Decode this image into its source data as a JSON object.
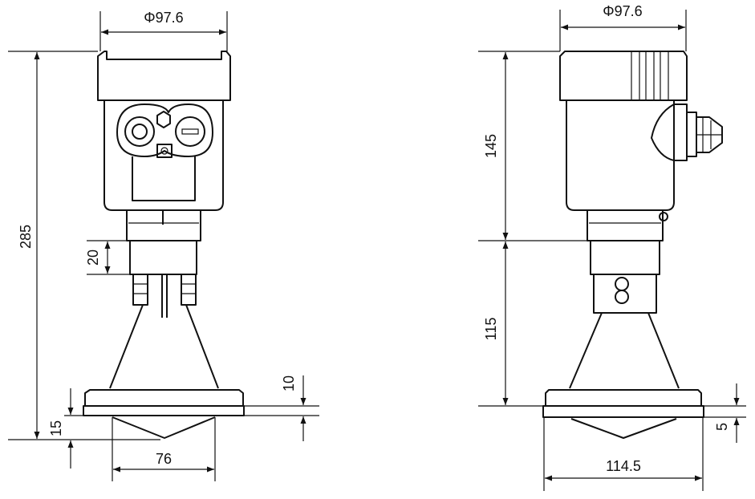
{
  "front_view": {
    "dimensions": {
      "width_top": "Φ97.6",
      "height_total": "285",
      "neck_height": "20",
      "flange_offset": "10",
      "bottom_offset": "15",
      "antenna_diameter": "76"
    }
  },
  "side_view": {
    "dimensions": {
      "width_top": "Φ97.6",
      "housing_height": "145",
      "horn_height": "115",
      "flange_thickness": "5",
      "flange_diameter": "114.5"
    }
  }
}
